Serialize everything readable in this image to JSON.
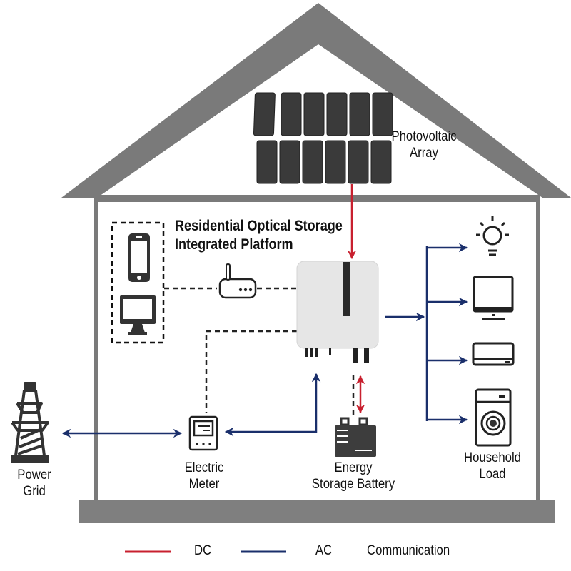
{
  "diagram": {
    "title_line1": "Residential Optical Storage",
    "title_line2": "Integrated Platform",
    "nodes": {
      "pv": {
        "line1": "Photovoltaic",
        "line2": "Array",
        "icon": "solar-panel-icon"
      },
      "grid": {
        "line1": "Power",
        "line2": "Grid",
        "icon": "transmission-tower-icon"
      },
      "meter": {
        "line1": "Electric",
        "line2": "Meter",
        "icon": "electric-meter-icon"
      },
      "battery": {
        "line1": "Energy",
        "line2": "Storage Battery",
        "icon": "battery-icon"
      },
      "load": {
        "line1": "Household",
        "line2": "Load",
        "icons": [
          "light-bulb-icon",
          "monitor-icon",
          "air-conditioner-icon",
          "washing-machine-icon"
        ]
      },
      "inverter": {
        "icon": "inverter-icon"
      },
      "router": {
        "icon": "router-icon"
      },
      "devices": {
        "icons": [
          "smartphone-icon",
          "desktop-monitor-icon"
        ]
      }
    },
    "connections": [
      {
        "from": "Photovoltaic Array",
        "to": "Inverter",
        "type": "DC"
      },
      {
        "from": "Inverter",
        "to": "Energy Storage Battery",
        "type": "DC",
        "bidirectional": true
      },
      {
        "from": "Inverter",
        "to": "Household Load",
        "type": "AC"
      },
      {
        "from": "Inverter",
        "to": "Electric Meter",
        "type": "AC"
      },
      {
        "from": "Electric Meter",
        "to": "Power Grid",
        "type": "AC",
        "bidirectional": true
      },
      {
        "from": "Inverter",
        "to": "Router",
        "type": "Communication"
      },
      {
        "from": "Router",
        "to": "Smartphone / Monitor",
        "type": "Communication"
      },
      {
        "from": "Inverter",
        "to": "Electric Meter",
        "type": "Communication"
      },
      {
        "from": "Inverter",
        "to": "Energy Storage Battery",
        "type": "Communication"
      }
    ]
  },
  "legend": {
    "items": [
      {
        "label": "DC",
        "color": "#c8202f",
        "style": "solid"
      },
      {
        "label": "AC",
        "color": "#1a2f6b",
        "style": "solid"
      },
      {
        "label": "Communication",
        "color": "#111111",
        "style": "dashed"
      }
    ]
  },
  "colors": {
    "house": "#7a7a7a",
    "panel": "#3a3a3a",
    "dc": "#c8202f",
    "ac": "#1a2f6b",
    "comm": "#222222"
  }
}
